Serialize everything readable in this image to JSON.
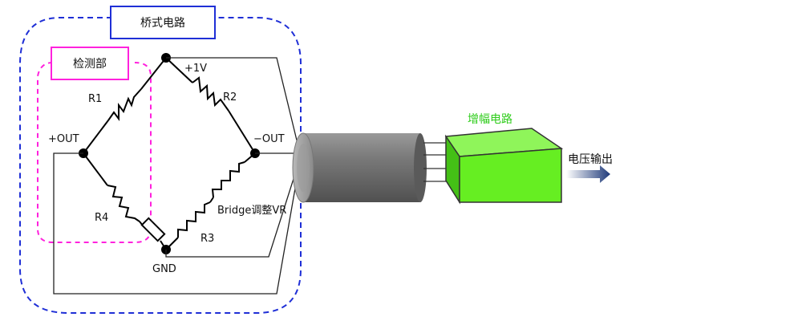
{
  "bridge_circuit_label": "桥式电路",
  "detection_label": "检测部",
  "supply_label": "+1V",
  "ground_label": "GND",
  "out_plus_label": "+OUT",
  "out_minus_label": "−OUT",
  "r1_label": "R1",
  "r2_label": "R2",
  "r3_label": "R3",
  "r4_label": "R4",
  "bridge_vr_label": "Bridge调整VR",
  "amplifier_label": "增幅电路",
  "output_label": "电压输出",
  "colors": {
    "bridge_box": "#1f2fd6",
    "detection_box": "#ff22dd",
    "amplifier_front": "#66ee22",
    "amplifier_top": "#8ff55a",
    "amplifier_side": "#44c016",
    "amplifier_text": "#2ecc1a",
    "cable": "#6c6c6c"
  }
}
